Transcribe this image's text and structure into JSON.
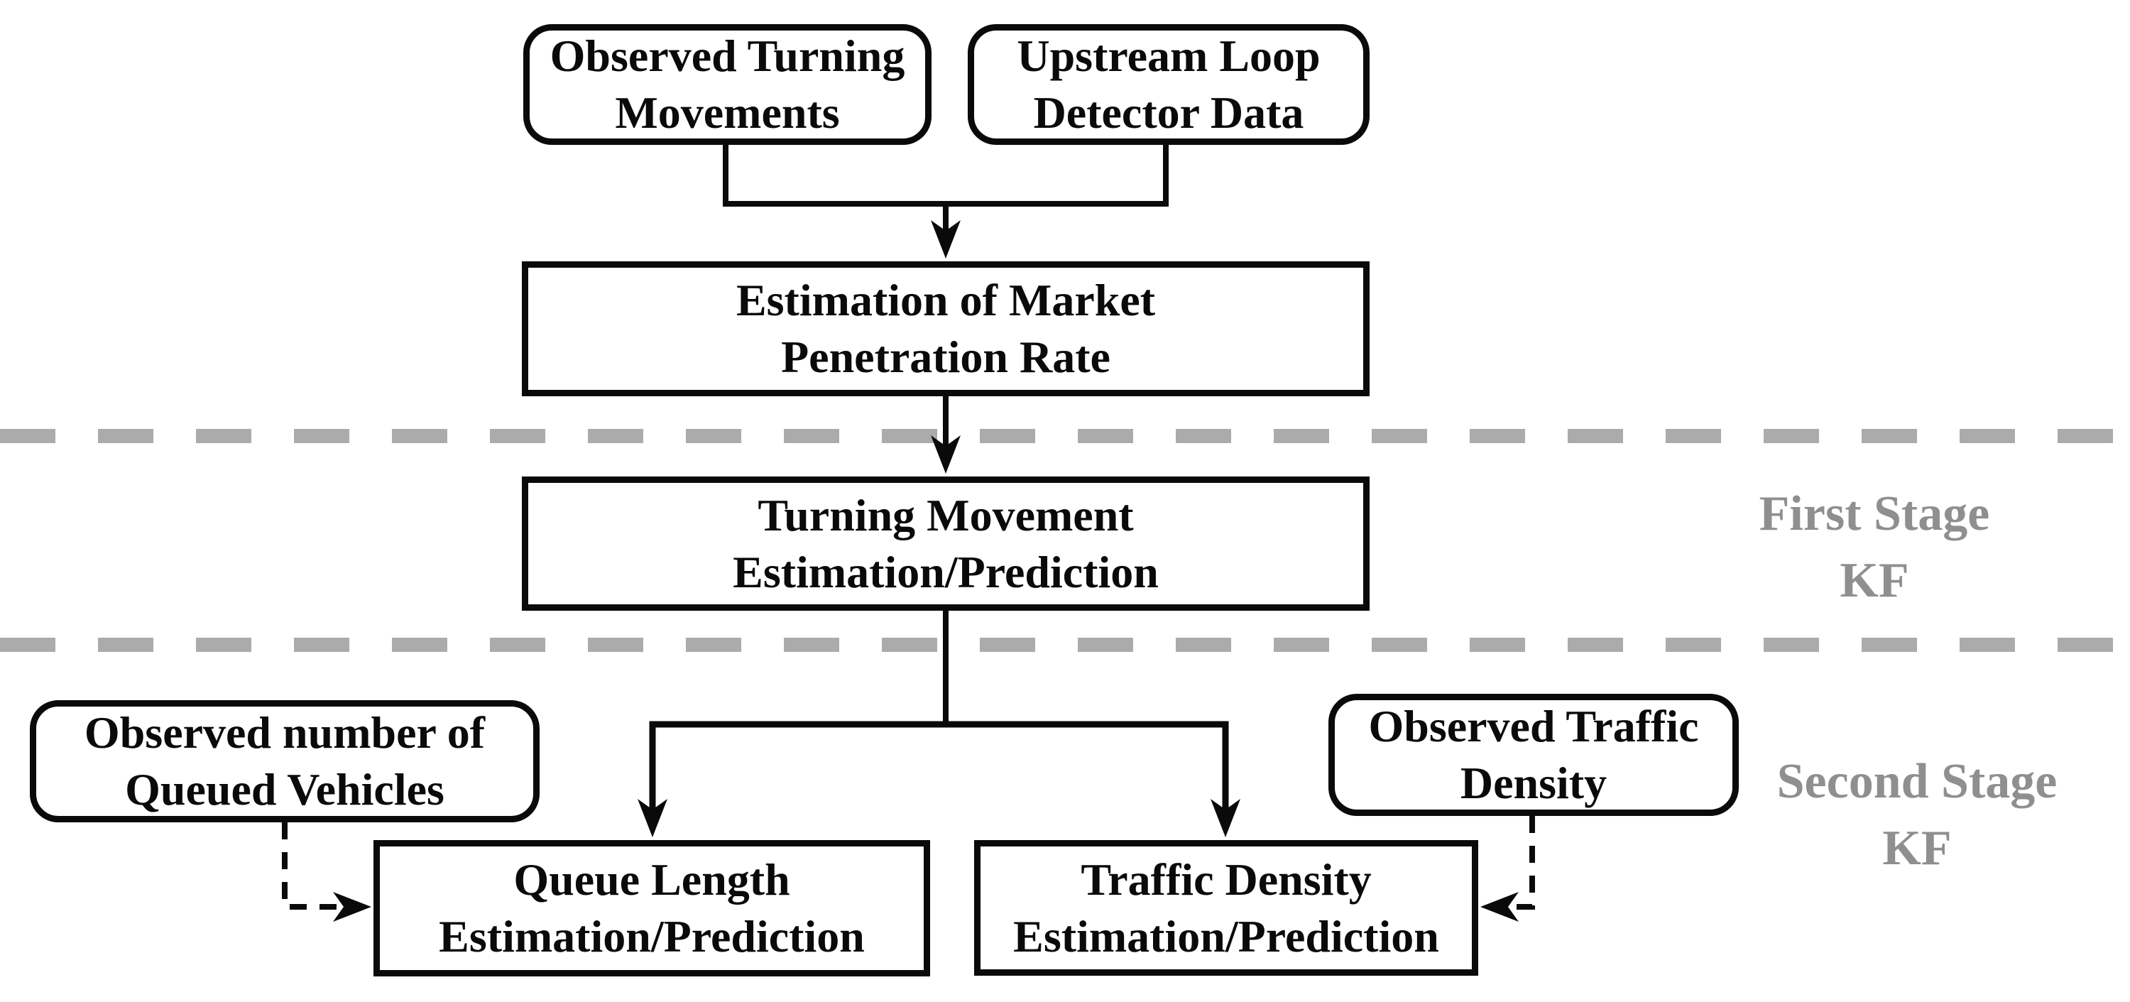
{
  "colors": {
    "line": "#0a0a0a",
    "text": "#0a0a0a",
    "dash_gray": "#ababab",
    "stage_gray": "#8f8f8f",
    "bg": "#ffffff"
  },
  "nodes": {
    "observed_turning_movements": {
      "label": "Observed Turning\nMovements",
      "shape": "rounded"
    },
    "upstream_loop_detector": {
      "label": "Upstream Loop\nDetector Data",
      "shape": "rounded"
    },
    "market_penetration": {
      "label": "Estimation of Market\nPenetration Rate",
      "shape": "rect"
    },
    "turning_movement": {
      "label": "Turning Movement\nEstimation/Prediction",
      "shape": "rect"
    },
    "observed_queued_vehicles": {
      "label": "Observed number of\nQueued Vehicles",
      "shape": "rounded"
    },
    "queue_length": {
      "label": "Queue Length\nEstimation/Prediction",
      "shape": "rect"
    },
    "observed_traffic_density": {
      "label": "Observed Traffic\nDensity",
      "shape": "rounded"
    },
    "traffic_density": {
      "label": "Traffic Density\nEstimation/Prediction",
      "shape": "rect"
    }
  },
  "stage_labels": {
    "first": "First Stage\nKF",
    "second": "Second Stage\nKF"
  },
  "edges": [
    {
      "from": "observed_turning_movements",
      "to": "market_penetration",
      "style": "solid"
    },
    {
      "from": "upstream_loop_detector",
      "to": "market_penetration",
      "style": "solid"
    },
    {
      "from": "market_penetration",
      "to": "turning_movement",
      "style": "solid"
    },
    {
      "from": "turning_movement",
      "to": "queue_length",
      "style": "solid"
    },
    {
      "from": "turning_movement",
      "to": "traffic_density",
      "style": "solid"
    },
    {
      "from": "observed_queued_vehicles",
      "to": "queue_length",
      "style": "dashed"
    },
    {
      "from": "observed_traffic_density",
      "to": "traffic_density",
      "style": "dashed"
    }
  ]
}
